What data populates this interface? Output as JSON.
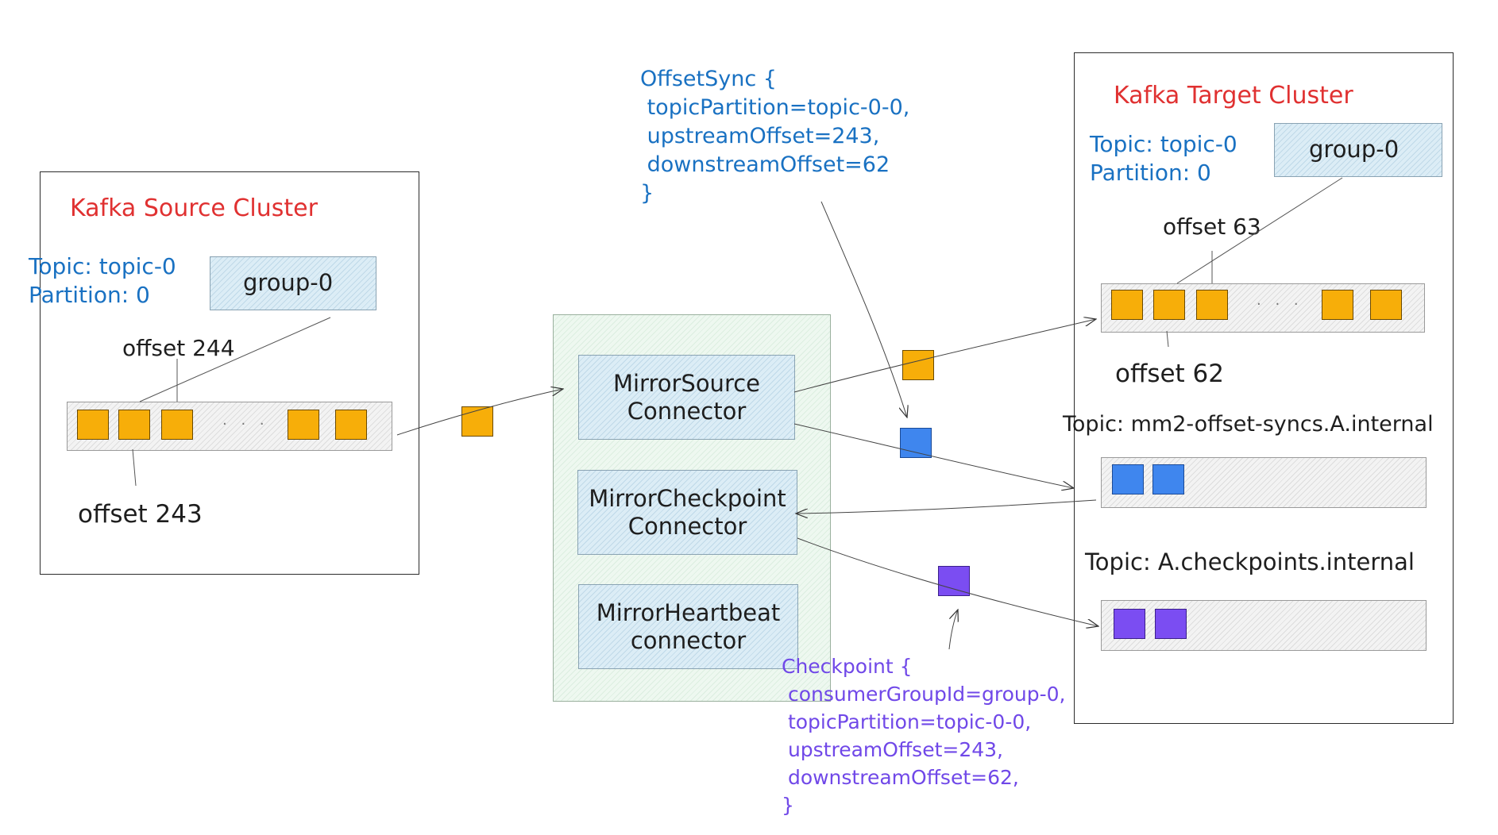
{
  "source_cluster": {
    "title": "Kafka Source Cluster",
    "topic_label": "Topic: topic-0",
    "partition_label": "Partition: 0",
    "group_label": "group-0",
    "offset_top_label": "offset 244",
    "offset_bottom_label": "offset 243",
    "ellipsis": "· · ·"
  },
  "connect": {
    "source_connector": "MirrorSource\nConnector",
    "checkpoint_connector": "MirrorCheckpoint\nConnector",
    "heartbeat_connector": "MirrorHeartbeat\nconnector"
  },
  "offset_sync_note": "OffsetSync {\n topicPartition=topic-0-0,\n upstreamOffset=243,\n downstreamOffset=62\n}",
  "checkpoint_note": "Checkpoint {\n consumerGroupId=group-0,\n topicPartition=topic-0-0,\n upstreamOffset=243,\n downstreamOffset=62,\n}",
  "target_cluster": {
    "title": "Kafka Target Cluster",
    "topic_label": "Topic: topic-0",
    "partition_label": "Partition: 0",
    "group_label": "group-0",
    "offset_top_label": "offset 63",
    "offset_bottom_label": "offset 62",
    "ellipsis": "· · ·",
    "offset_syncs_topic": "Topic: mm2-offset-syncs.A.internal",
    "checkpoints_topic": "Topic: A.checkpoints.internal"
  },
  "colors": {
    "record": "#f7ae09",
    "offset_sync_record": "#3f86ee",
    "checkpoint_record": "#7b4df2",
    "cluster_title": "#e03131",
    "topic_text": "#1971c2",
    "checkpoint_text": "#7048e8"
  }
}
